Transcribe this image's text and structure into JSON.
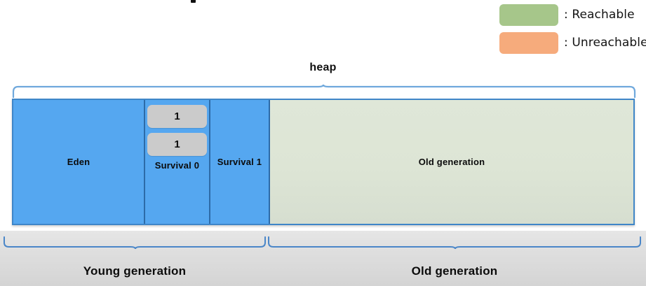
{
  "legend": {
    "items": [
      {
        "label": ": Reachable",
        "color": "#a6c68a",
        "icon": "legend-swatch-reachable"
      },
      {
        "label": ": Unreachable",
        "color": "#f6ab7c",
        "icon": "legend-swatch-unreachable"
      }
    ]
  },
  "heap": {
    "label": "heap",
    "regions": [
      {
        "name": "Eden",
        "label": "Eden",
        "color": "#55a7f0"
      },
      {
        "name": "Survival 0",
        "label": "Survival 0",
        "color": "#55a7f0"
      },
      {
        "name": "Survival 1",
        "label": "Survival 1",
        "color": "#55a7f0"
      },
      {
        "name": "Old generation",
        "label": "Old generation",
        "color": "#dde5d6"
      }
    ],
    "objects": [
      {
        "value": "1",
        "location": "Survival 0"
      },
      {
        "value": "1",
        "location": "Survival 0"
      }
    ]
  },
  "generations": [
    {
      "label": "Young generation"
    },
    {
      "label": "Old generation"
    }
  ]
}
